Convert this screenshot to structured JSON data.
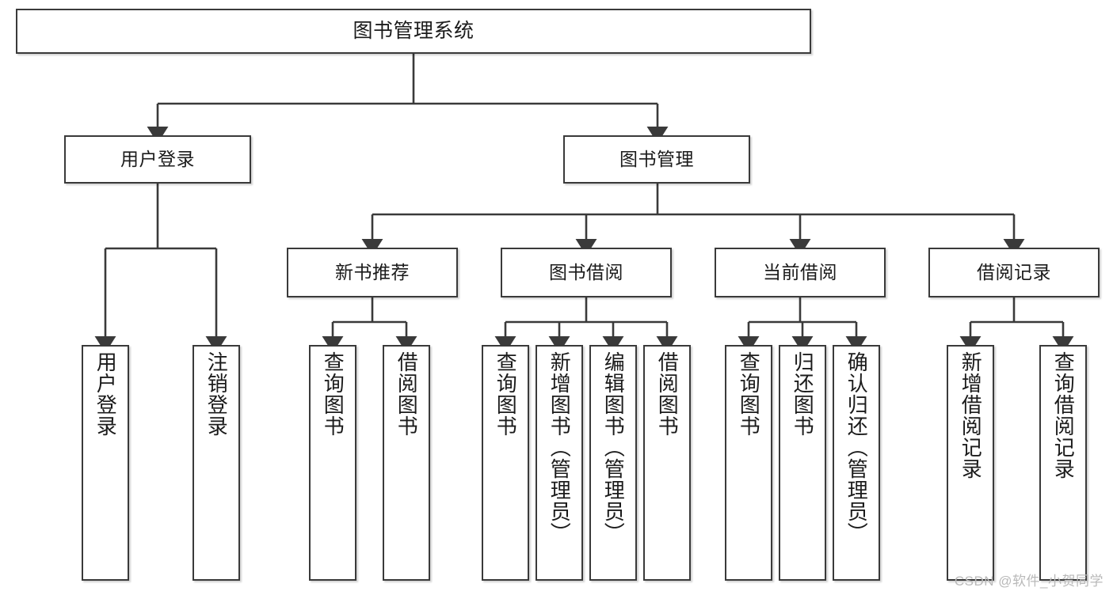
{
  "diagram": {
    "title": "图书管理系统",
    "type": "tree-hierarchy-chart",
    "root": {
      "label": "图书管理系统"
    },
    "level2": [
      {
        "label": "用户登录"
      },
      {
        "label": "图书管理"
      }
    ],
    "level3": [
      {
        "label": "新书推荐"
      },
      {
        "label": "图书借阅"
      },
      {
        "label": "当前借阅"
      },
      {
        "label": "借阅记录"
      }
    ],
    "leaves": {
      "user_login": [
        {
          "label": "用户登录"
        },
        {
          "label": "注销登录"
        }
      ],
      "new_book_recommend": [
        {
          "label": "查询图书"
        },
        {
          "label": "借阅图书"
        }
      ],
      "book_borrow": [
        {
          "label": "查询图书"
        },
        {
          "label": "新增图书（管理员）"
        },
        {
          "label": "编辑图书（管理员）"
        },
        {
          "label": "借阅图书"
        }
      ],
      "current_borrow": [
        {
          "label": "查询图书"
        },
        {
          "label": "归还图书"
        },
        {
          "label": "确认归还（管理员）"
        }
      ],
      "borrow_record": [
        {
          "label": "新增借阅记录"
        },
        {
          "label": "查询借阅记录"
        }
      ]
    }
  },
  "watermark": {
    "text": "CSDN @软件_小贺同学"
  },
  "colors": {
    "border": "#3a3a3a",
    "text": "#1b1b1b",
    "background": "#ffffff",
    "watermark": "#b9b9b9"
  }
}
